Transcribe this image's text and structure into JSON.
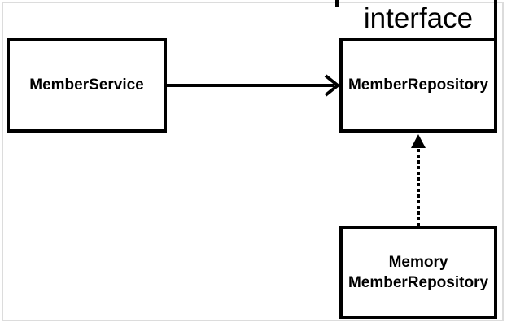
{
  "diagram": {
    "interface_label": "interface",
    "nodes": {
      "member_service": {
        "label": "MemberService"
      },
      "member_repository": {
        "label": "MemberRepository",
        "stereotype": "interface"
      },
      "memory_member_repository": {
        "label_line1": "Memory",
        "label_line2": "MemberRepository"
      }
    },
    "edges": [
      {
        "from": "MemberService",
        "to": "MemberRepository",
        "line": "solid",
        "head": "open-arrow"
      },
      {
        "from": "Memory MemberRepository",
        "to": "MemberRepository",
        "line": "dotted",
        "head": "filled-triangle"
      }
    ],
    "colors": {
      "ink": "#000000",
      "background": "#ffffff",
      "frame": "#dcdcdc"
    }
  }
}
